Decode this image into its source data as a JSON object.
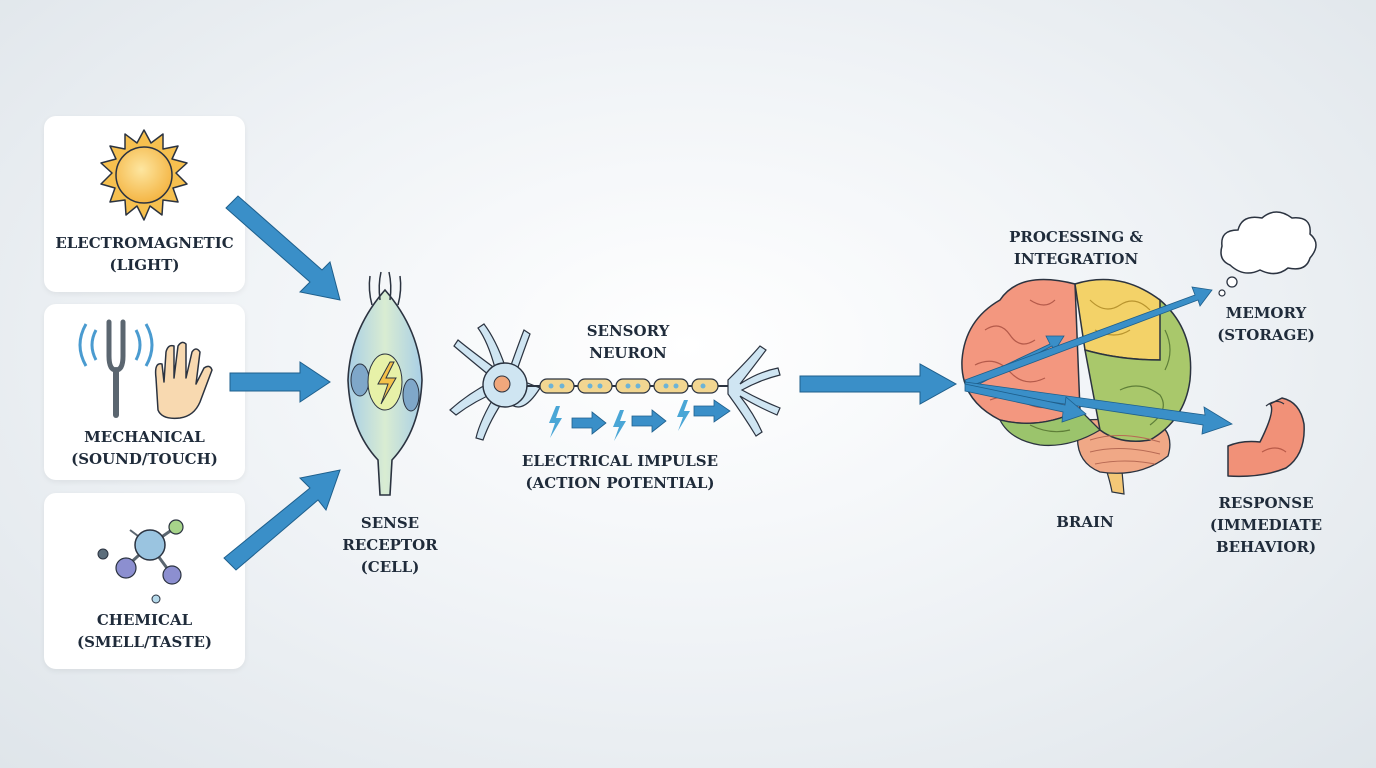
{
  "stimuli": [
    {
      "label": "ELECTROMAGNETIC\n(LIGHT)",
      "icon": "sun-icon"
    },
    {
      "label": "MECHANICAL\n(SOUND/TOUCH)",
      "icon": "tuning-fork-hand-icon"
    },
    {
      "label": "CHEMICAL\n(SMELL/TASTE)",
      "icon": "molecule-icon"
    }
  ],
  "receptor": {
    "label": "SENSE\nRECEPTOR\n(CELL)"
  },
  "neuron": {
    "label": "SENSORY\nNEURON",
    "impulse_label": "ELECTRICAL IMPULSE\n(ACTION POTENTIAL)"
  },
  "brain": {
    "label": "BRAIN",
    "processing_label": "PROCESSING &\nINTEGRATION"
  },
  "outputs": {
    "memory_label": "MEMORY\n(STORAGE)",
    "response_label": "RESPONSE\n(IMMEDIATE\nBEHAVIOR)"
  },
  "colors": {
    "arrow": "#3a8fc8",
    "arrow_dark": "#1e5f8c",
    "card_bg": "#ffffff",
    "text": "#1f2b3a"
  }
}
